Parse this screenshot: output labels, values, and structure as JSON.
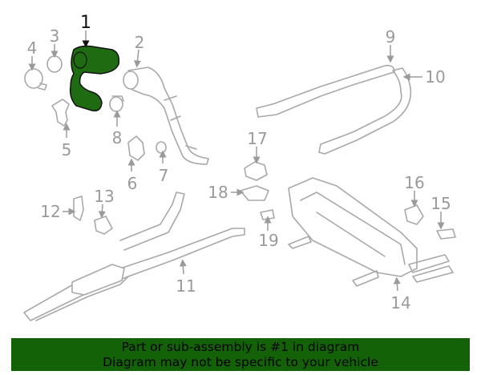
{
  "diagram": {
    "highlight_color": "#1e6b12",
    "callouts": [
      "1",
      "2",
      "3",
      "4",
      "5",
      "6",
      "7",
      "8",
      "9",
      "10",
      "11",
      "12",
      "13",
      "14",
      "15",
      "16",
      "17",
      "18",
      "19"
    ]
  },
  "banner": {
    "line1": "Part or sub-assembly is #1 in diagram",
    "line2": "Diagram may not be specific to your vehicle",
    "color": "#136207"
  }
}
